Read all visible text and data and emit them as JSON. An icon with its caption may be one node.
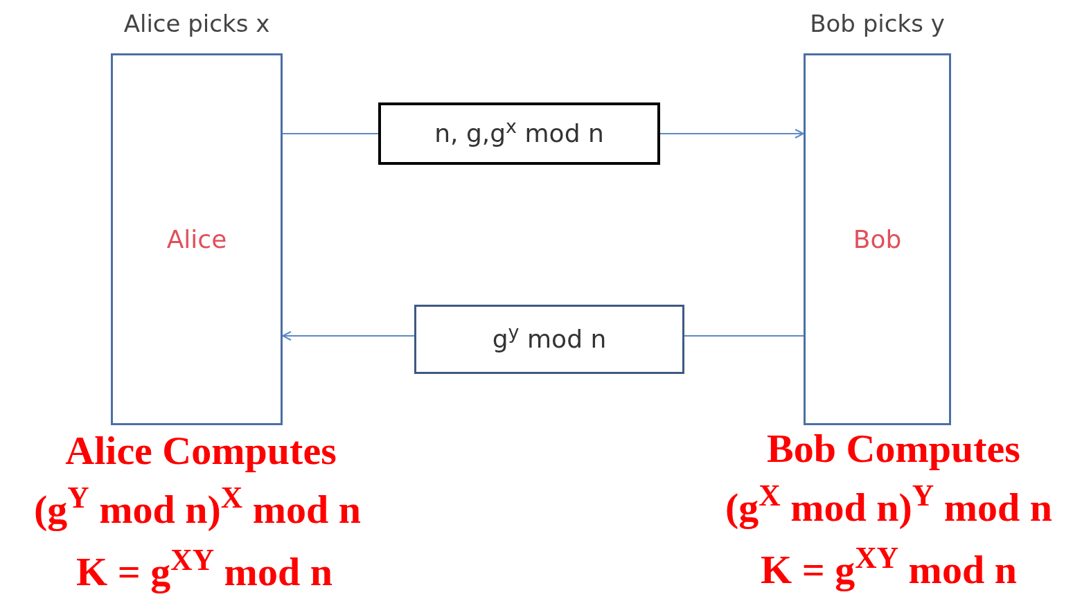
{
  "diagram": {
    "nodes": [
      {
        "text": [
          "Alice picks x",
          "Alice"
        ]
      },
      {
        "text": [
          "Bob picks y",
          "Bob"
        ]
      },
      {
        "text": [
          "n, g,g$^{x}$ mod n"
        ]
      },
      {
        "text": [
          "g$^{y}$ mod n"
        ]
      }
    ],
    "edges": [
      {
        "from": 0,
        "to": 2,
        "arrow": "none"
      },
      {
        "from": 2,
        "to": 1,
        "arrow": "to"
      },
      {
        "from": 1,
        "to": 3,
        "arrow": "none"
      },
      {
        "from": 3,
        "to": 0,
        "arrow": "to"
      }
    ],
    "labels": [
      "Alice Computes",
      "(g$^{Y}$ mod n)$^{X}$ mod n",
      "K = g$^{XY}$ mod n",
      "Bob Computes",
      "(g$^{X}$ mod n)$^{Y}$ mod n",
      "K = g$^{XY}$ mod n"
    ]
  }
}
